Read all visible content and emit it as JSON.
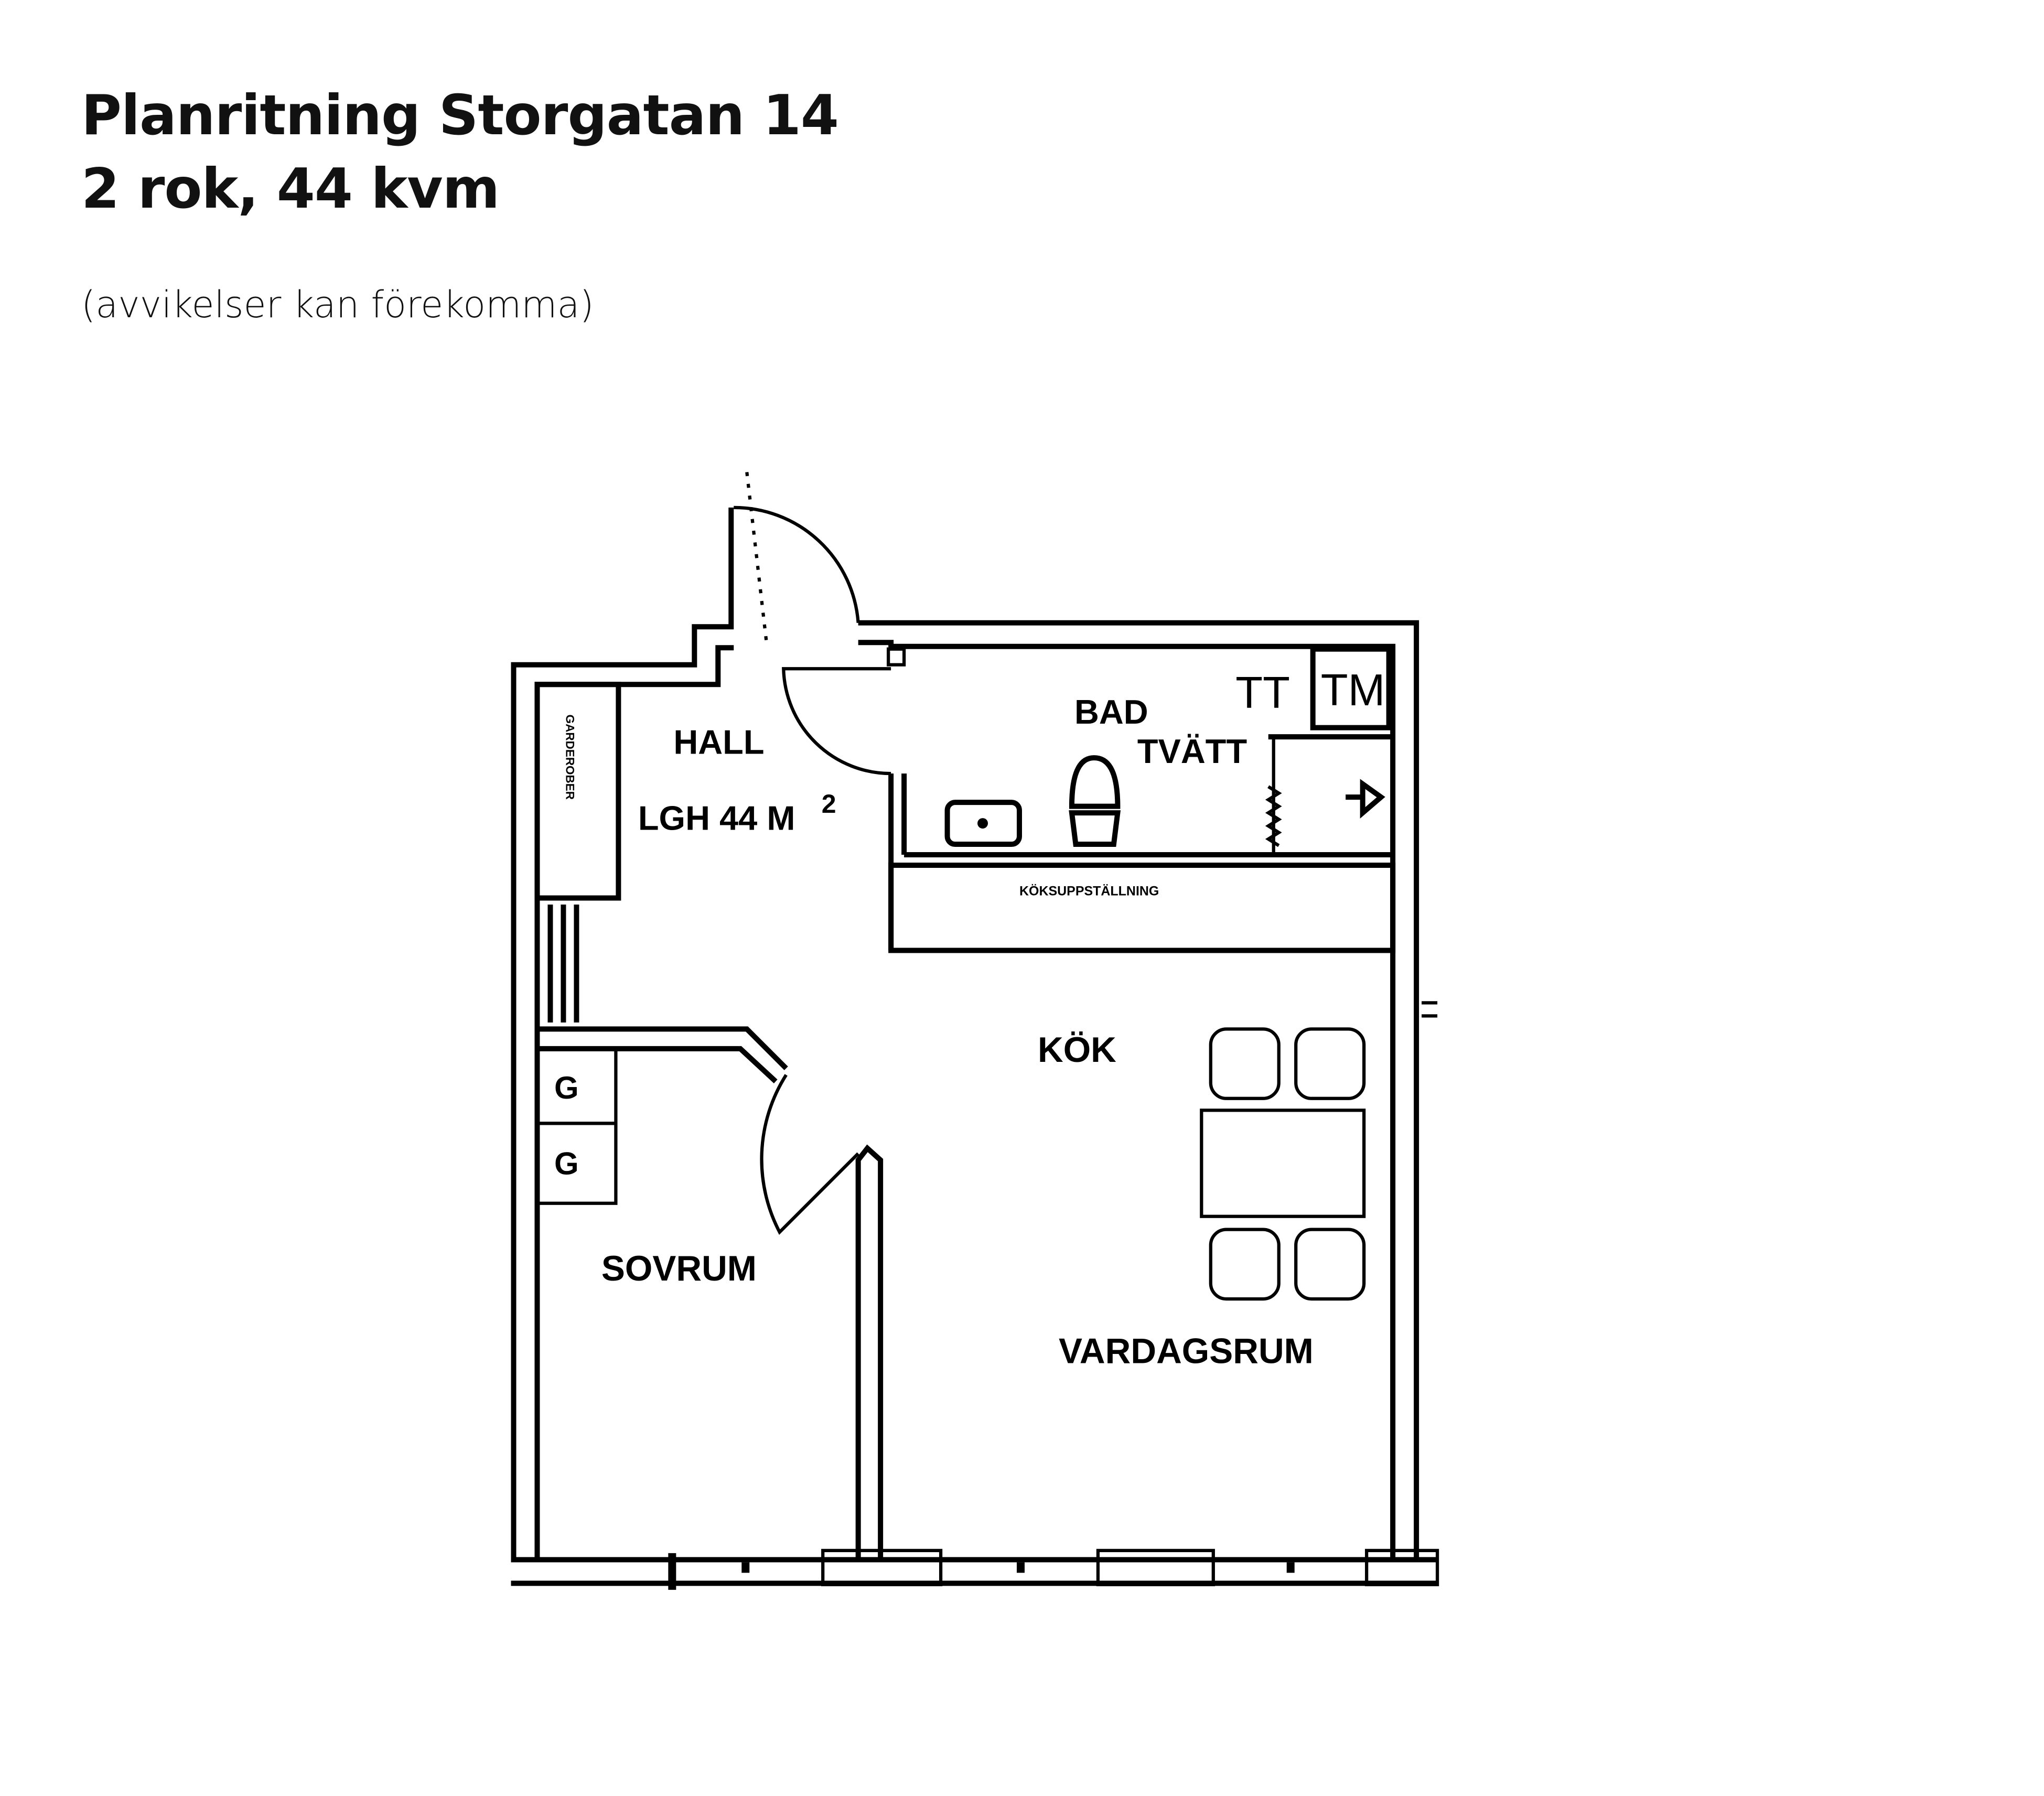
{
  "header": {
    "title": "Planritning Storgatan 14",
    "subtitle": "2 rok, 44 kvm",
    "note": "(avvikelser kan förekomma)"
  },
  "plan": {
    "rooms": {
      "hall": "HALL",
      "area": "LGH  44 M",
      "area_sup": "2",
      "bad": "BAD",
      "tvatt": "TVÄTT",
      "kok": "KÖK",
      "sovrum": "SOVRUM",
      "vardagsrum": "VARDAGSRUM"
    },
    "fixtures": {
      "tt": "TT",
      "tm": "TM",
      "garderober": "GARDEROBER",
      "koksuppstallning": "KÖKSUPPSTÄLLNING",
      "g1": "G",
      "g2": "G"
    }
  }
}
